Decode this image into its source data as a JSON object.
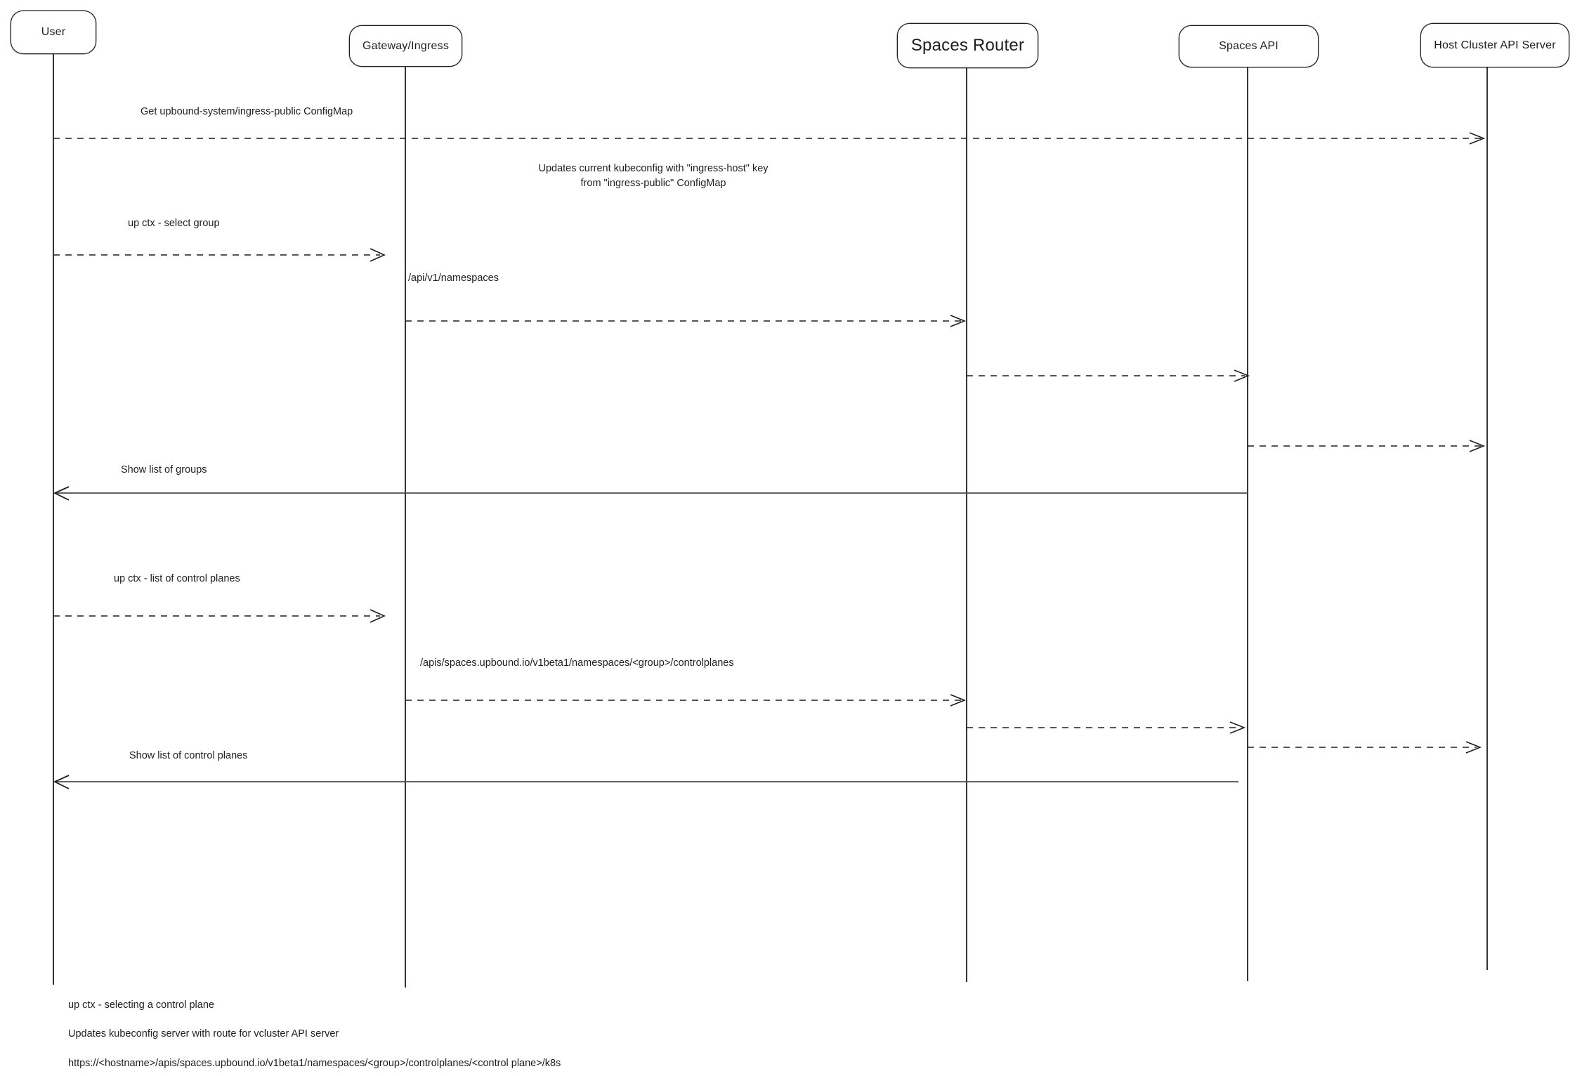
{
  "diagram": {
    "actors": [
      {
        "id": "user",
        "label": "User"
      },
      {
        "id": "gateway",
        "label": "Gateway/Ingress"
      },
      {
        "id": "spaces-router",
        "label": "Spaces Router"
      },
      {
        "id": "spaces-api",
        "label": "Spaces API"
      },
      {
        "id": "host-cluster",
        "label": "Host Cluster API Server"
      }
    ],
    "messages": [
      {
        "label": "Get upbound-system/ingress-public ConfigMap",
        "from": "user",
        "to": "host-cluster",
        "style": "dashed"
      },
      {
        "label": "up ctx - select group",
        "from": "user",
        "to": "gateway",
        "style": "dashed"
      },
      {
        "label": "/api/v1/namespaces",
        "from": "gateway",
        "to": "spaces-router",
        "style": "dashed"
      },
      {
        "label": "Show list of groups",
        "from": "spaces-api",
        "to": "user",
        "style": "solid"
      },
      {
        "label": "up ctx - list of control planes",
        "from": "user",
        "to": "gateway",
        "style": "dashed"
      },
      {
        "label": "/apis/spaces.upbound.io/v1beta1/namespaces/<group>/controlplanes",
        "from": "gateway",
        "to": "spaces-router",
        "style": "dashed"
      },
      {
        "label": "Show list of control planes",
        "from": "spaces-api",
        "to": "user",
        "style": "solid"
      }
    ],
    "annotation": {
      "line1": "Updates current kubeconfig with \"ingress-host\" key",
      "line2": "from \"ingress-public\" ConfigMap"
    },
    "footnotes": [
      "up ctx - selecting a control plane",
      "Updates kubeconfig server with route for vcluster API server",
      "https://<hostname>/apis/spaces.upbound.io/v1beta1/namespaces/<group>/controlplanes/<control plane>/k8s"
    ]
  },
  "colors": {
    "stroke": "#1e1e1e",
    "return_arrow": "#4d4d4d",
    "background": "#ffffff"
  }
}
